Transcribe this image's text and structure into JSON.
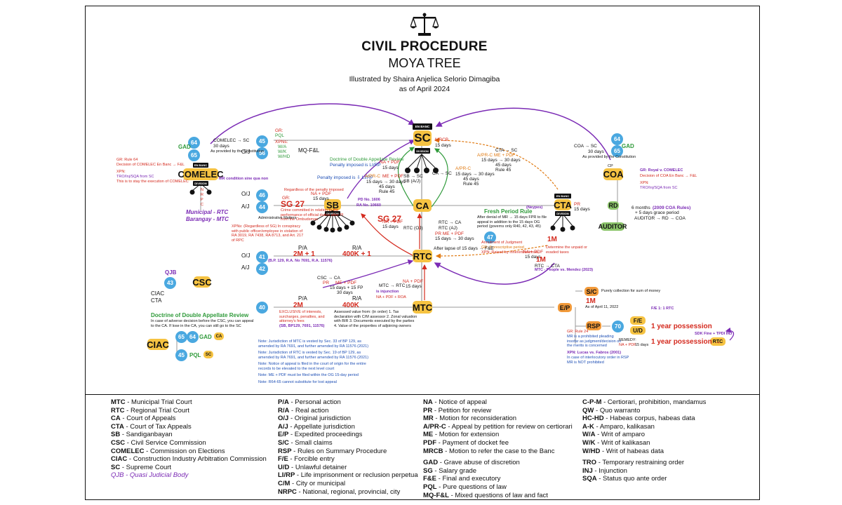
{
  "header": {
    "title": "CIVIL PROCEDURE",
    "subtitle": "MOYA TREE",
    "credit": "Illustrated by Shaira Anjelica Selorio Dimagiba",
    "date": "as of April 2024",
    "logo_icon": "scales-of-justice-icon"
  },
  "colors": {
    "court": "#f6c342",
    "circle": "#4aa8e0",
    "red": "#d42a1e",
    "green": "#2f9a3a",
    "purple": "#7b2bb5",
    "blue": "#1e4fb5",
    "orange": "#e07a12"
  },
  "nodes": {
    "sc": "SC",
    "ca": "CA",
    "rtc": "RTC",
    "mtc": "MTC",
    "sb": "SB",
    "cta": "CTA",
    "comelec": "COMELEC",
    "coa": "COA",
    "csc": "CSC",
    "ciac": "CIAC",
    "rd": "RD",
    "auditor": "AUDITOR",
    "ep": "E/P",
    "sc_small": "S/C",
    "rsp": "RSP",
    "fe": "F/E",
    "ud": "U/D",
    "rtc_small": "RTC",
    "ca_small": "CA",
    "sc_small2": "SC"
  },
  "badges": {
    "en_banc": "EN BANC",
    "division": "DIVISION"
  },
  "circles": {
    "c64a": "64",
    "c65a": "65",
    "c45": "45",
    "c56": "56",
    "c46": "46",
    "c44": "44",
    "c41": "41",
    "c42": "42",
    "c43": "43",
    "c40": "40",
    "c47": "47",
    "c70": "70",
    "c64b": "64",
    "c65b": "65",
    "c64c": "64",
    "c45b": "45"
  },
  "labels": {
    "gad_left": "GAD",
    "gad_right": "GAD",
    "comelec_to_sc": "COMELEC → SC",
    "comelec_30days": "30 days",
    "comelec_provided": "As provided by the Constitution",
    "comelec_gr": "GR: Rule 64",
    "comelec_decision": "Decision of COMELEC En Banc → F&L",
    "comelec_xpn": "XPN:",
    "comelec_tro": "TRO/Inj/SQA from SC",
    "comelec_exec": "This is to stay the execution of COMELEC",
    "mr_cond": "MR condition sine qua non",
    "nrpc": "N R P C",
    "municipal": "Municipal - RTC",
    "barangay": "Barangay - MTC",
    "gr_pql": "GR:",
    "pql": "PQL",
    "xpns": "XPNs:",
    "wa": "W/A",
    "wk": "W/K",
    "whd": "W/HD",
    "mqfl": "MQ-F&L",
    "oj1": "O/J",
    "oj2": "O/J",
    "aj2": "A/J",
    "oj3": "O/J",
    "aj3": "A/J",
    "sb_gr": "GR:",
    "sg27_left": "SG 27",
    "sb_napdf": "NA + PDF",
    "sb_15days": "15 days",
    "sb_regardless": "Regardless of the penalty imposed",
    "sb_crime": "Crime committed in relation to the performance of official duties after PI from the Ombudsman",
    "sb_xpns": "XPNs: (Regardless of SG) In conspiracy with public officer/employee in violation of RA 3019, RA 7438, RA 8713, and Art. 217 of RPC",
    "pd1606": "PD No. 1606",
    "ra10660": "RA No. 10660",
    "sg27_right": "SG 27",
    "sb_admin": "Administrative Matters",
    "double_appellate_sc": "Doctrine of Double Appellate Review",
    "lirp_sc": "Penalty imposed is LI/RP",
    "lirp_penalty": "Penalty imposed is ⇩ LI/RP",
    "sc_na_pdf": "NA + PDF",
    "sc_15days": "15 days",
    "apr_c": "A/PR-C",
    "me_pdf": "ME + PDF",
    "days_15_30": "15 days → 30 days",
    "days_45": "45 days",
    "rule45": "Rule 45",
    "ca_to_sc": "CA → SC",
    "sb_to_sc": "SB → SC",
    "sb_aj": "SB (A/J)",
    "mrcb": "MRCB",
    "sc_15days_b": "15 days",
    "cta_to_sc": "CTA → SC",
    "cta_apr": "A/PR-C ME + PDF",
    "cta_days": "15 days → 30 days",
    "cta_45": "45 days",
    "cta_rule45": "Rule 45",
    "cta_pr": "PR",
    "cta_15": "15 days",
    "cta_enbanc": "EN BANC",
    "cta_division": "DIVISION",
    "fresh_period": "Fresh Period Rule",
    "neypes": "(Neypes)",
    "fresh_text": "After denial of MR → 15 days FPR to file appeal in addition to the 15 days OG period (governs only R40, 42, 43, 45)",
    "c47_text": "Annulment of Judgment",
    "c47_gr": "GR: If prescriptive period",
    "c47_xpn": "XPN: Raised by inherent/extrinsic",
    "rtc_ca": "RTC → CA",
    "rtc_oj": "RTC (OJ)",
    "rtc_aj": "RTC (AJ)",
    "pr_mepdf": "PR    ME + PDF",
    "days_15_30_ca": "15 days → 30 days",
    "after_lapse": "After lapse of 15 days → F&E",
    "na_pdf_rtc": "NA + PDF",
    "rtc_15": "15 days",
    "pa1": "P/A",
    "pa1_amt": "2M + 1",
    "ra1": "R/A",
    "ra1_amt": "400K + 1",
    "bp_ref": "(B.P. 129, R.A. No 7691, R.A. 11576)",
    "csc_ca": "CSC → CA",
    "csc_pr": "PR",
    "csc_mepdf": "ME + PDF",
    "csc_days": "15 days + 15 FP",
    "csc_30": "30 days",
    "ojb": "QJB",
    "ciac_left": "CIAC",
    "cta_left": "CTA",
    "pa2": "P/A",
    "pa2_amt": "2M",
    "ra2": "R/A",
    "ra2_amt": "400K",
    "exclusive": "EXCLUSIVE of interests, surcharges, penalties, and attorney's fees",
    "assessed": "Assessed value from: (in order) 1. Tax declaration with C/M assessor 2. Zonal valuation with BIR 3. Documents executed by the parties 4. Value of the properties of adjoining owners",
    "bp_ref2": "(SB, BP129, 7691, 11576)",
    "mtc_rtc": "MTC → RTC",
    "mtc_napdf": "NA + PDF",
    "mtc_15": "15 days",
    "injunction": "is injunction",
    "na_pdf_ra": "NA + PDF + ROA",
    "double_appellate_csc": "Doctrine of Double Appellate Review",
    "csc_doctrine": "In case of adverse decision before the CSC, you can appeal to the CA. If lose in the CA, you can still go to the SC",
    "gad_ca": "GAD",
    "pql_sc": "PQL",
    "coa_to_sc": "COA → SC",
    "coa_30": "30 days",
    "coa_provided": "As provided by the Constitution",
    "coa_gr": "GR: Rule 64",
    "coa_decision": "Decision of COA En Banc → F&L",
    "coa_xpn": "XPN:",
    "coa_tro": "TRO/Inj/SQA from SC",
    "coa_cp": "CP",
    "coa_rd6": "6 months",
    "coa_rules": "(2009 COA Rules)",
    "coa_grace": "+ 5 days grace period",
    "auditor_chain": "AUDITOR → RD → COA",
    "royal_comelec": "GR: Royal v. COMELEC",
    "cta_ma": "1M",
    "cta_determine": "Determine the unpaid or evaded taxes",
    "cta_napdf": "NA + PDF",
    "cta_15_rtc": "15 days",
    "rtc_cta": "RTC → CTA",
    "mtc_people": "MTC - People vs. Mendez (2023)",
    "cta_1m": "1M",
    "sc_purely": "Purely collection for sum of money",
    "sc_1m": "1M",
    "sc_april": "As of April 11, 2022",
    "rsp_gr": "GR: Rule 24",
    "rsp_mr": "MR is a prohibited pleading insofar as judgment/decision on the merits is concerned",
    "rsp_remedy": "REMEDY:",
    "rsp_napdf": "NA + PDF",
    "rsp_15": "15 days",
    "rsp_xpn": "XPN: Lucas vs. Fabros (2001)",
    "rsp_interlocutory": "In case of interlocutory order in RSP MR is NOT prohibited",
    "year1": "1 year possession",
    "year2": "1 year possession →",
    "sdk": "SDK Fine + TPDI INJ",
    "fe_rtc": "F/E 1: 1 RTC",
    "notes": [
      "Note: Jurisdiction of MTC is vested by Sec. 33 of BP 129, as amended by RA 7691, and further amended by RA 11576 (2021)",
      "Note: Jurisdiction of RTC is vested by Sec. 19 of BP 129, as amended by RA 7691, and further amended by RA 11576 (2021)",
      "Note: Notice of appeal is filed in the court of origin for the entire records to be elevated to the next level court",
      "Note: ME + PDF must be filed within the OG 15-day period",
      "Note: R64-65 cannot substitute for lost appeal"
    ]
  },
  "legend": {
    "col1": [
      {
        "abbr": "MTC",
        "desc": "Municipal Trial Court"
      },
      {
        "abbr": "RTC",
        "desc": "Regional Trial Court"
      },
      {
        "abbr": "CA",
        "desc": "Court of Appeals"
      },
      {
        "abbr": "CTA",
        "desc": "Court of Tax Appeals"
      },
      {
        "abbr": "SB",
        "desc": "Sandiganbayan"
      },
      {
        "abbr": "CSC",
        "desc": "Civil Service Commission"
      },
      {
        "abbr": "COMELEC",
        "desc": "Commission on Elections"
      },
      {
        "abbr": "CIAC",
        "desc": "Construction Industry Arbitration Commission"
      },
      {
        "abbr": "SC",
        "desc": "Supreme Court"
      }
    ],
    "col1_extra": "QJB - Quasi Judicial Body",
    "col2": [
      {
        "abbr": "P/A",
        "desc": "Personal action"
      },
      {
        "abbr": "R/A",
        "desc": "Real action"
      },
      {
        "abbr": "O/J",
        "desc": "Original jurisdiction"
      },
      {
        "abbr": "A/J",
        "desc": "Appellate jurisdiction"
      },
      {
        "abbr": "E/P",
        "desc": "Expedited proceedings"
      },
      {
        "abbr": "S/C",
        "desc": "Small claims"
      },
      {
        "abbr": "RSP",
        "desc": "Rules on Summary Procedure"
      },
      {
        "abbr": "F/E",
        "desc": "Forcible entry"
      },
      {
        "abbr": "U/D",
        "desc": "Unlawful detainer"
      },
      {
        "abbr": "LI/RP",
        "desc": "Life imprisonment or reclusion perpetua"
      },
      {
        "abbr": "C/M",
        "desc": "City or municipal"
      },
      {
        "abbr": "NRPC",
        "desc": "National, regional, provincial, city"
      }
    ],
    "col3a": [
      {
        "abbr": "NA",
        "desc": "Notice of appeal"
      },
      {
        "abbr": "PR",
        "desc": "Petition for review"
      },
      {
        "abbr": "MR",
        "desc": "Motion for reconsideration"
      },
      {
        "abbr": "A/PR-C",
        "desc": "Appeal by petition for review on certiorari"
      },
      {
        "abbr": "ME",
        "desc": "Motion for extension"
      },
      {
        "abbr": "PDF",
        "desc": "Payment of docket fee"
      },
      {
        "abbr": "MRCB",
        "desc": "Motion to refer the case to the Banc"
      }
    ],
    "col3b": [
      {
        "abbr": "GAD",
        "desc": "Grave abuse of discretion"
      },
      {
        "abbr": "SG",
        "desc": "Salary grade"
      },
      {
        "abbr": "F&E",
        "desc": "Final and executory"
      },
      {
        "abbr": "PQL",
        "desc": "Pure questions of law"
      },
      {
        "abbr": "MQ-F&L",
        "desc": "Mixed questions of law and fact"
      }
    ],
    "col4a": [
      {
        "abbr": "C-P-M",
        "desc": "Certiorari, prohibition, mandamus"
      },
      {
        "abbr": "QW",
        "desc": "Quo warranto"
      },
      {
        "abbr": "HC-HD",
        "desc": "Habeas corpus, habeas data"
      },
      {
        "abbr": "A-K",
        "desc": "Amparo, kalikasan"
      },
      {
        "abbr": "W/A",
        "desc": "Writ of amparo"
      },
      {
        "abbr": "W/K",
        "desc": "Writ of kalikasan"
      },
      {
        "abbr": "W/HD",
        "desc": "Writ of habeas data"
      }
    ],
    "col4b": [
      {
        "abbr": "TRO",
        "desc": "Temporary restraining order"
      },
      {
        "abbr": "INJ",
        "desc": "Injunction"
      },
      {
        "abbr": "SQA",
        "desc": "Status quo ante order"
      }
    ]
  }
}
